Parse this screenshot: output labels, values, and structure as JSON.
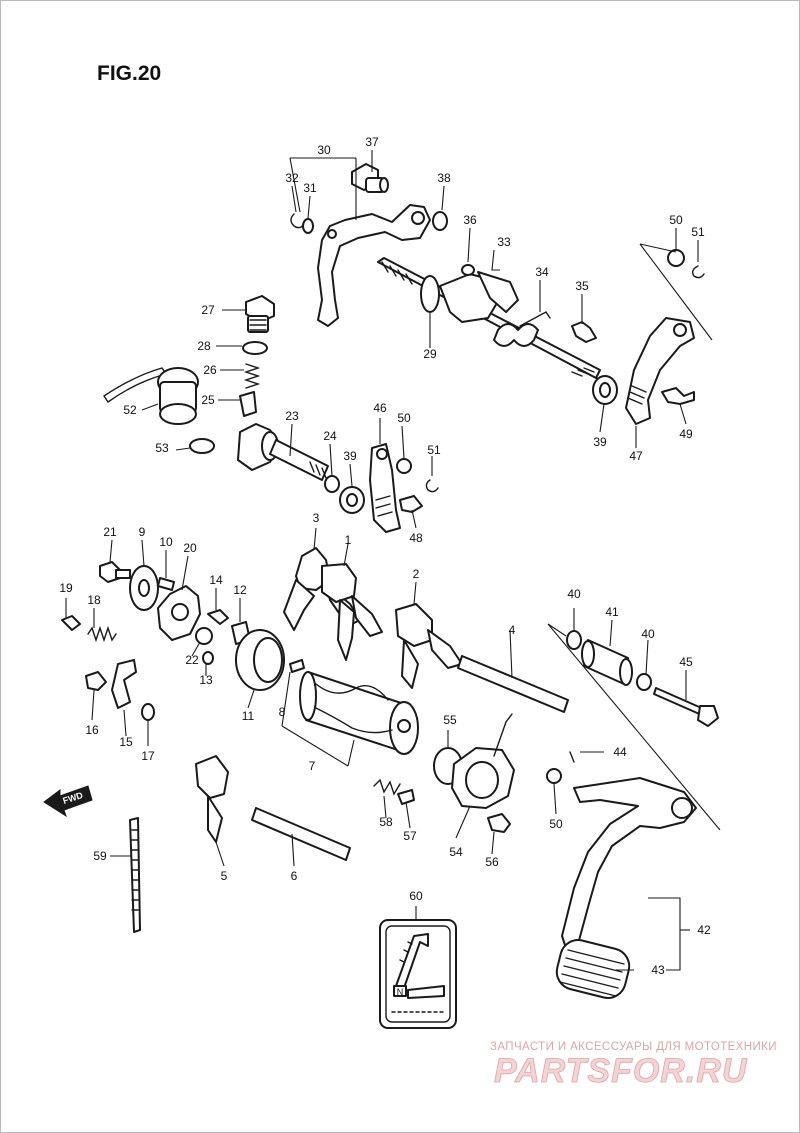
{
  "figure": {
    "title": "FIG.20",
    "direction_label": "FWD",
    "watermark_caption": "ЗАПЧАСТИ И АКСЕССУАРЫ ДЛЯ МОТОТЕХНИКИ",
    "watermark_logo": "PARTSFOR.RU",
    "shift_pattern_label": "N"
  },
  "callouts": [
    "30",
    "37",
    "32",
    "31",
    "38",
    "36",
    "33",
    "34",
    "35",
    "50",
    "51",
    "27",
    "28",
    "26",
    "25",
    "52",
    "53",
    "29",
    "23",
    "24",
    "39",
    "46",
    "50",
    "51",
    "48",
    "49",
    "39",
    "47",
    "21",
    "9",
    "10",
    "20",
    "19",
    "18",
    "14",
    "12",
    "22",
    "13",
    "16",
    "15",
    "17",
    "11",
    "3",
    "1",
    "2",
    "4",
    "8",
    "7",
    "40",
    "41",
    "40",
    "45",
    "44",
    "50",
    "55",
    "58",
    "57",
    "54",
    "56",
    "59",
    "5",
    "6",
    "60",
    "42",
    "43"
  ]
}
